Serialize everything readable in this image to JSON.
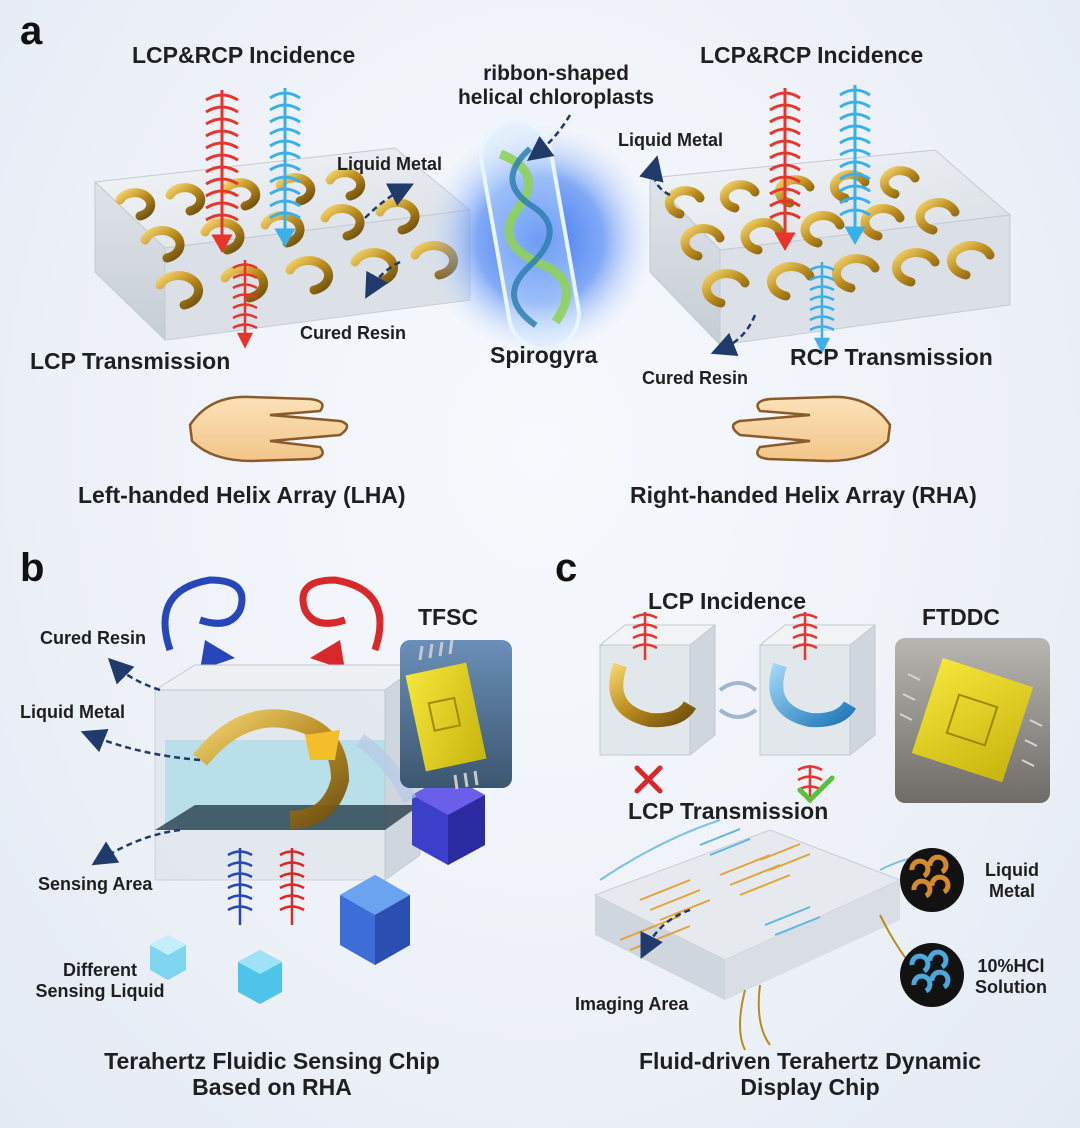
{
  "panel_a": {
    "letter": "a",
    "left_incidence": "LCP&RCP Incidence",
    "right_incidence": "LCP&RCP Incidence",
    "chloroplast_line1": "ribbon-shaped",
    "chloroplast_line2": "helical chloroplasts",
    "liquid_metal_left": "Liquid Metal",
    "liquid_metal_right": "Liquid Metal",
    "cured_resin_left": "Cured Resin",
    "cured_resin_right": "Cured Resin",
    "lcp_transmission": "LCP Transmission",
    "rcp_transmission": "RCP Transmission",
    "spirogyra": "Spirogyra",
    "lha_title": "Left-handed Helix Array (LHA)",
    "rha_title": "Right-handed Helix Array (RHA)"
  },
  "panel_b": {
    "letter": "b",
    "cured_resin": "Cured Resin",
    "liquid_metal": "Liquid Metal",
    "sensing_area": "Sensing Area",
    "different_line1": "Different",
    "different_line2": "Sensing Liquid",
    "tfsc": "TFSC",
    "title_line1": "Terahertz Fluidic Sensing Chip",
    "title_line2": "Based on RHA"
  },
  "panel_c": {
    "letter": "c",
    "lcp_incidence": "LCP Incidence",
    "lcp_transmission": "LCP Transmission",
    "ftddc": "FTDDC",
    "liquid_metal_line1": "Liquid",
    "liquid_metal_line2": "Metal",
    "hcl_line1": "10%HCl",
    "hcl_line2": "Solution",
    "imaging_area": "Imaging Area",
    "title_line1": "Fluid-driven Terahertz Dynamic",
    "title_line2": "Display Chip"
  },
  "colors": {
    "lcp_red": "#e8352c",
    "rcp_blue": "#3ab0ea",
    "gold": "#c9a227",
    "dark_blue_arrow": "#1f3a6b"
  }
}
